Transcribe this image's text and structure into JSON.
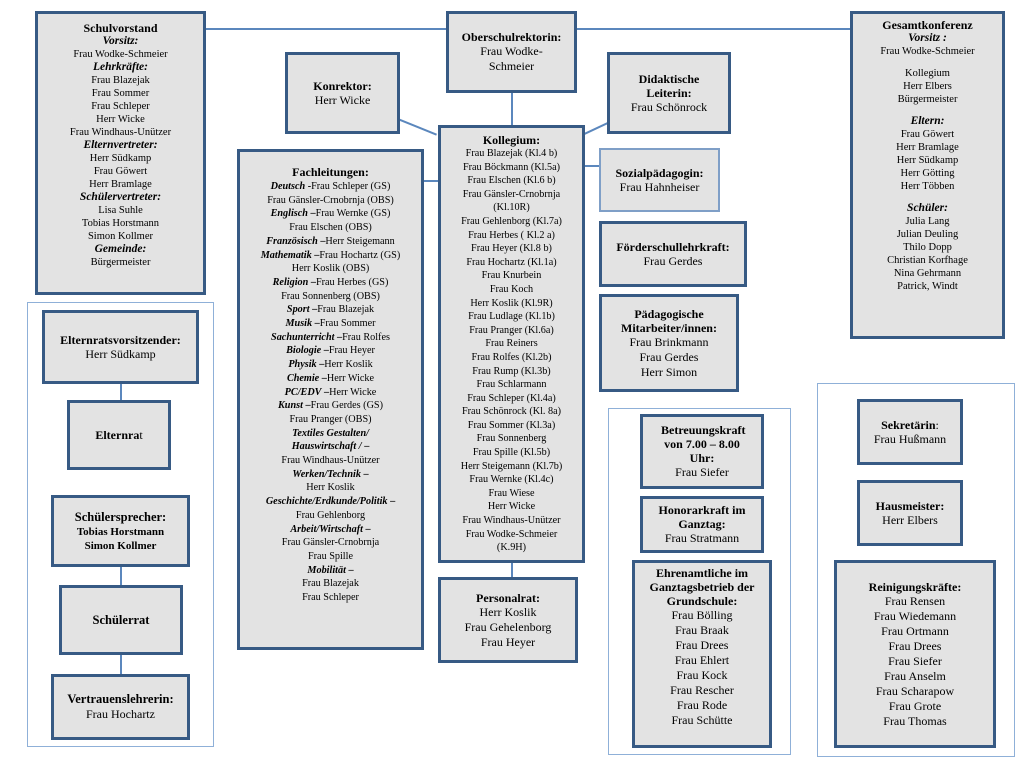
{
  "schulvorstand": {
    "title": "Schulvorstand",
    "groups": [
      {
        "label": "Vorsitz:",
        "members": [
          "Frau Wodke-Schmeier"
        ]
      },
      {
        "label": "Lehrkräfte:",
        "members": [
          "Frau Blazejak",
          "Frau Sommer",
          "Frau Schleper",
          "Herr Wicke",
          "Frau Windhaus-Unützer"
        ]
      },
      {
        "label": "Elternvertreter:",
        "members": [
          "Herr Südkamp",
          "Frau Göwert",
          "Herr Bramlage"
        ]
      },
      {
        "label": "Schülervertreter:",
        "members": [
          "Lisa Suhle",
          "Tobias Horstmann",
          "Simon Kollmer"
        ]
      },
      {
        "label": "Gemeinde:",
        "members": [
          "Bürgermeister"
        ]
      }
    ]
  },
  "rektorin": {
    "title": "Oberschulrektorin:",
    "name": "Frau Wodke-Schmeier"
  },
  "konrektor": {
    "title": "Konrektor:",
    "name": "Herr Wicke"
  },
  "didaktik": {
    "title": "Didaktische Leiterin:",
    "name": "Frau Schönrock"
  },
  "gesamtkonferenz": {
    "title": "Gesamtkonferenz",
    "vorsitz_label": "Vorsitz :",
    "vorsitz": "Frau Wodke-Schmeier",
    "general": [
      "Kollegium",
      "Herr Elbers",
      "Bürgermeister"
    ],
    "eltern_label": "Eltern:",
    "eltern": [
      "Frau Göwert",
      "Herr Bramlage",
      "Herr Südkamp",
      "Herr Götting",
      "Herr Többen"
    ],
    "schueler_label": "Schüler:",
    "schueler": [
      "Julia Lang",
      "Julian Deuling",
      "Thilo Dopp",
      "Christian Korfhage",
      "Nina Gehrmann",
      "Patrick, Windt"
    ]
  },
  "fachleitungen": {
    "title": "Fachleitungen:",
    "items": [
      {
        "fach": "Deutsch",
        "sep": " -",
        "name": "Frau Schleper (GS)"
      },
      {
        "fach": "",
        "sep": "",
        "name": "Frau Gänsler-Crnobrnja (OBS)"
      },
      {
        "fach": "Englisch",
        "sep": " –",
        "name": "Frau Wernke (GS)"
      },
      {
        "fach": "",
        "sep": "",
        "name": "Frau Elschen (OBS)"
      },
      {
        "fach": "Französisch",
        "sep": " –",
        "name": "Herr Steigemann"
      },
      {
        "fach": "Mathematik",
        "sep": " –",
        "name": "Frau Hochartz (GS)"
      },
      {
        "fach": "",
        "sep": "",
        "name": "Herr Koslik (OBS)"
      },
      {
        "fach": "Religion",
        "sep": " –",
        "name": "Frau Herbes (GS)"
      },
      {
        "fach": "",
        "sep": "",
        "name": "Frau Sonnenberg (OBS)"
      },
      {
        "fach": "Sport",
        "sep": " –",
        "name": "Frau Blazejak"
      },
      {
        "fach": "Musik",
        "sep": " –",
        "name": "Frau Sommer"
      },
      {
        "fach": "Sachunterricht",
        "sep": " –",
        "name": "Frau Rolfes"
      },
      {
        "fach": "Biologie",
        "sep": " –",
        "name": "Frau Heyer"
      },
      {
        "fach": "Physik",
        "sep": " –",
        "name": "Herr Koslik"
      },
      {
        "fach": "Chemie",
        "sep": " –",
        "name": "Herr Wicke"
      },
      {
        "fach": "PC/EDV",
        "sep": " –",
        "name": "Herr Wicke"
      },
      {
        "fach": "Kunst",
        "sep": " –",
        "name": "Frau Gerdes (GS)"
      },
      {
        "fach": "",
        "sep": "",
        "name": "Frau Pranger  (OBS)"
      },
      {
        "fach": "Textiles Gestalten/",
        "sep": "",
        "name": ""
      },
      {
        "fach": "Hauswirtschaft /",
        "sep": " –",
        "name": ""
      },
      {
        "fach": "",
        "sep": "",
        "name": "Frau Windhaus-Unützer"
      },
      {
        "fach": "Werken/Technik",
        "sep": " –",
        "name": ""
      },
      {
        "fach": "",
        "sep": "",
        "name": "Herr Koslik"
      },
      {
        "fach": "Geschichte/Erdkunde/Politik",
        "sep": " –",
        "name": ""
      },
      {
        "fach": "",
        "sep": "",
        "name": "Frau Gehlenborg"
      },
      {
        "fach": "Arbeit/Wirtschaft",
        "sep": " –",
        "name": ""
      },
      {
        "fach": "",
        "sep": "",
        "name": "Frau Gänsler-Crnobrnja"
      },
      {
        "fach": "",
        "sep": "",
        "name": "Frau Spille"
      },
      {
        "fach": "Mobilität",
        "sep": " –",
        "name": ""
      },
      {
        "fach": "",
        "sep": "",
        "name": "Frau Blazejak"
      },
      {
        "fach": "",
        "sep": "",
        "name": "Frau Schleper"
      }
    ]
  },
  "kollegium": {
    "title": "Kollegium:",
    "members": [
      "Frau Blazejak (Kl.4 b)",
      "Frau Böckmann (Kl.5a)",
      "Frau Elschen (Kl.6 b)",
      "Frau Gänsler-Crnobrnja",
      "(Kl.10R)",
      "Frau Gehlenborg (Kl.7a)",
      "Frau Herbes ( Kl.2 a)",
      "Frau Heyer (Kl.8 b)",
      "Frau Hochartz (Kl.1a)",
      "Frau Knurbein",
      "Frau Koch",
      "Herr Koslik (Kl.9R)",
      "Frau Ludlage (Kl.1b)",
      "Frau Pranger (Kl.6a)",
      "Frau Reiners",
      "Frau Rolfes (Kl.2b)",
      "Frau Rump (Kl.3b)",
      "Frau Schlarmann",
      "Frau Schleper (Kl.4a)",
      "Frau Schönrock (Kl. 8a)",
      "Frau Sommer (Kl.3a)",
      "Frau Sonnenberg",
      "Frau Spille (Kl.5b)",
      "Herr Steigemann (Kl.7b)",
      "Frau Wernke (Kl.4c)",
      "Frau Wiese",
      "Herr Wicke",
      "Frau Windhaus-Unützer",
      "Frau Wodke-Schmeier",
      "(K.9H)"
    ]
  },
  "personalrat": {
    "title": "Personalrat:",
    "members": [
      "Herr Koslik",
      "Frau Gehelenborg",
      "Frau Heyer"
    ]
  },
  "sozialpaed": {
    "title": "Sozialpädagogin:",
    "name": "Frau Hahnheiser"
  },
  "foerder": {
    "title": "Förderschullehrkraft:",
    "name": "Frau Gerdes"
  },
  "paed_mitarbeiter": {
    "title": "Pädagogische Mitarbeiter/innen:",
    "members": [
      "Frau Brinkmann",
      "Frau Gerdes",
      "Herr Simon"
    ]
  },
  "betreuung": {
    "title": "Betreuungskraft von 7.00 – 8.00 Uhr:",
    "name": "Frau Siefer"
  },
  "honorar": {
    "title": "Honorarkraft im Ganztag:",
    "name": "Frau Stratmann"
  },
  "ehrenamt": {
    "title": "Ehrenamtliche im Ganztagsbetrieb der Grundschule:",
    "members": [
      "Frau Bölling",
      "Frau Braak",
      "Frau Drees",
      "Frau Ehlert",
      "Frau Kock",
      "Frau Rescher",
      "Frau Rode",
      "Frau Schütte"
    ]
  },
  "elternrat_vors": {
    "title": "Elternratsvorsitzender:",
    "name": "Herr Südkamp"
  },
  "elternrat": {
    "title_main": "Elternra",
    "title_tail": "t"
  },
  "schuelersprecher": {
    "title": "Schülersprecher:",
    "members": [
      "Tobias Horstmann",
      "Simon Kollmer"
    ]
  },
  "schuelerrat": {
    "title": "Schülerrat"
  },
  "vertrauen": {
    "title": "Vertrauenslehrerin:",
    "name": "Frau Hochartz"
  },
  "sekretaerin": {
    "title": "Sekretärin",
    "colon": ":",
    "name": "Frau Hußmann"
  },
  "hausmeister": {
    "title": "Hausmeister:",
    "name": "Herr Elbers"
  },
  "reinigung": {
    "title": "Reinigungskräfte:",
    "members": [
      "Frau Rensen",
      "Frau Wiedemann",
      "Frau Ortmann",
      "Frau Drees",
      "Frau Siefer",
      "Frau Anselm",
      "Frau Scharapow",
      "Frau Grote",
      "Frau Thomas"
    ]
  }
}
